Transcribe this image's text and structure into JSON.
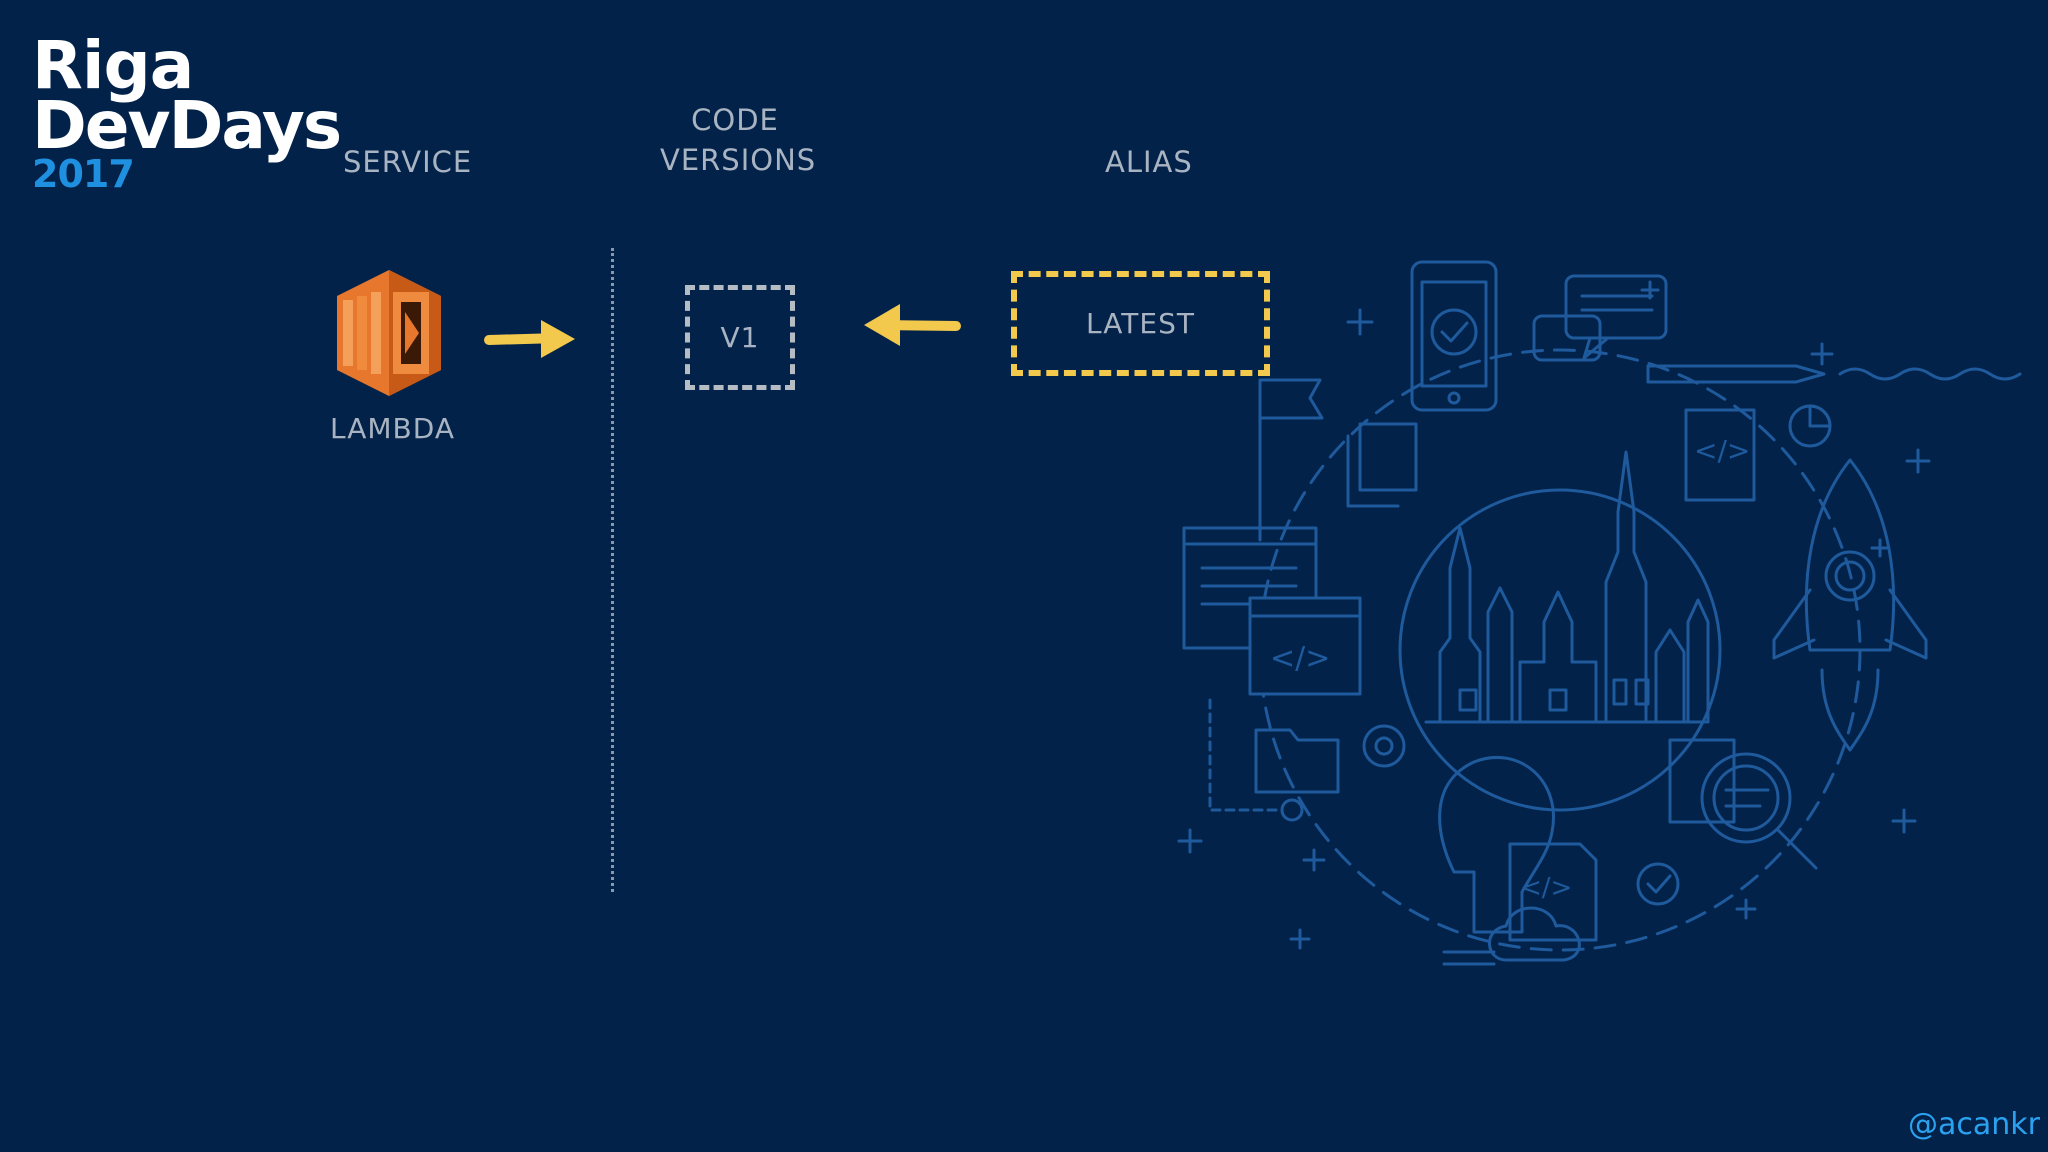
{
  "logo": {
    "line1": "Riga",
    "line2": "DevDays",
    "year": "2017"
  },
  "headers": {
    "service": "SERVICE",
    "code_line1": "CODE",
    "code_line2": "VERSIONS",
    "alias": "ALIAS"
  },
  "nodes": {
    "lambda_label": "LAMBDA",
    "version_label": "V1",
    "alias_label": "LATEST"
  },
  "footer": {
    "handle": "@acankr"
  },
  "colors": {
    "background": "#03224a",
    "arrow": "#f2c94c",
    "lambda_orange": "#e8772e",
    "illustration": "#1e5a9c",
    "handle": "#2aa2f0"
  },
  "icons": [
    "aws-lambda-icon",
    "right-arrow-icon",
    "left-arrow-icon",
    "city-illustration"
  ]
}
